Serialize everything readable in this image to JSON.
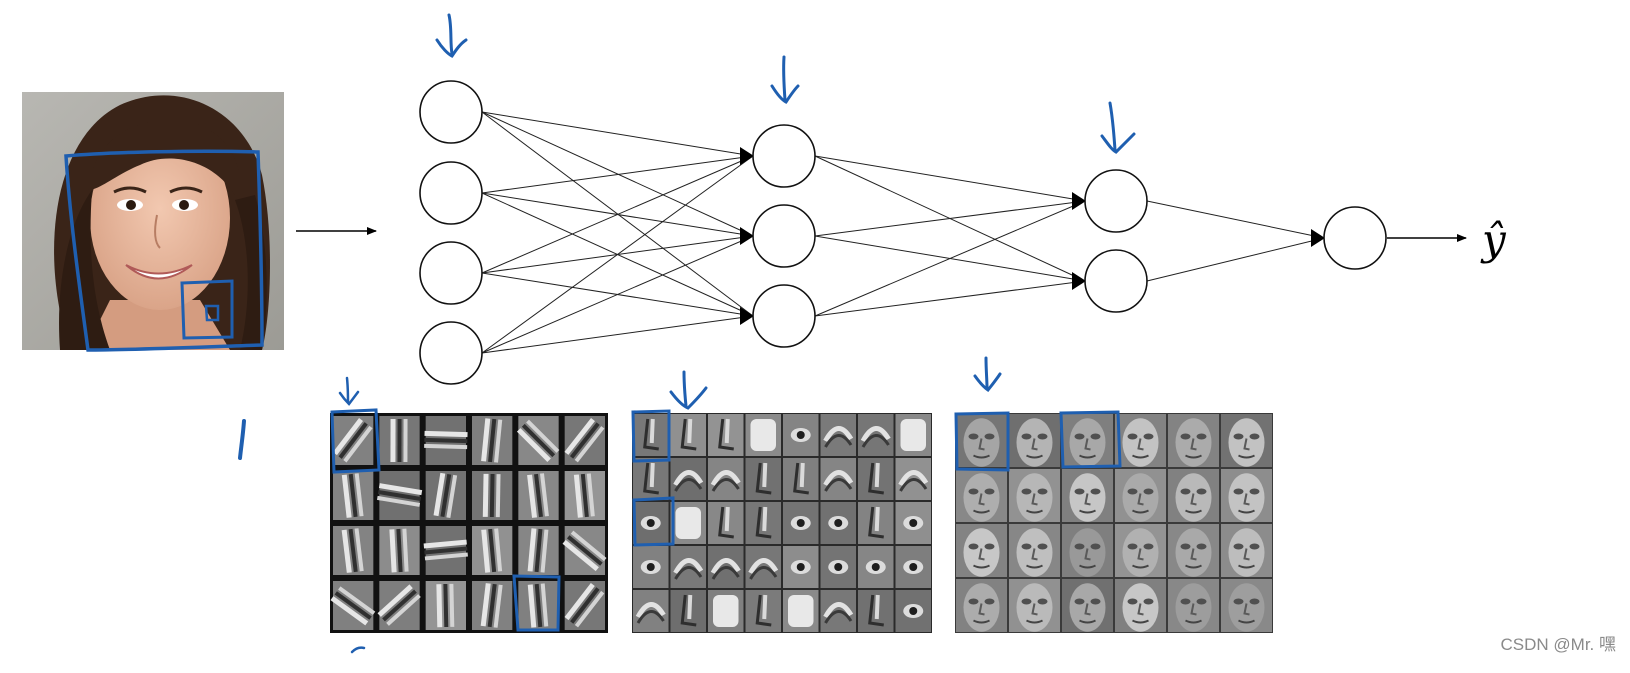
{
  "diagram": {
    "output_label": "ŷ",
    "layers": [
      4,
      3,
      2,
      1
    ],
    "colors": {
      "annotation": "#1f5fb0",
      "line": "#222222",
      "node_fill": "#ffffff"
    },
    "icons": {
      "input": "face-photo-icon",
      "grid1": "edge-filters-grid-icon",
      "grid2": "face-parts-grid-icon",
      "grid3": "whole-faces-grid-icon"
    }
  },
  "watermark": "CSDN @Mr. 嘿"
}
